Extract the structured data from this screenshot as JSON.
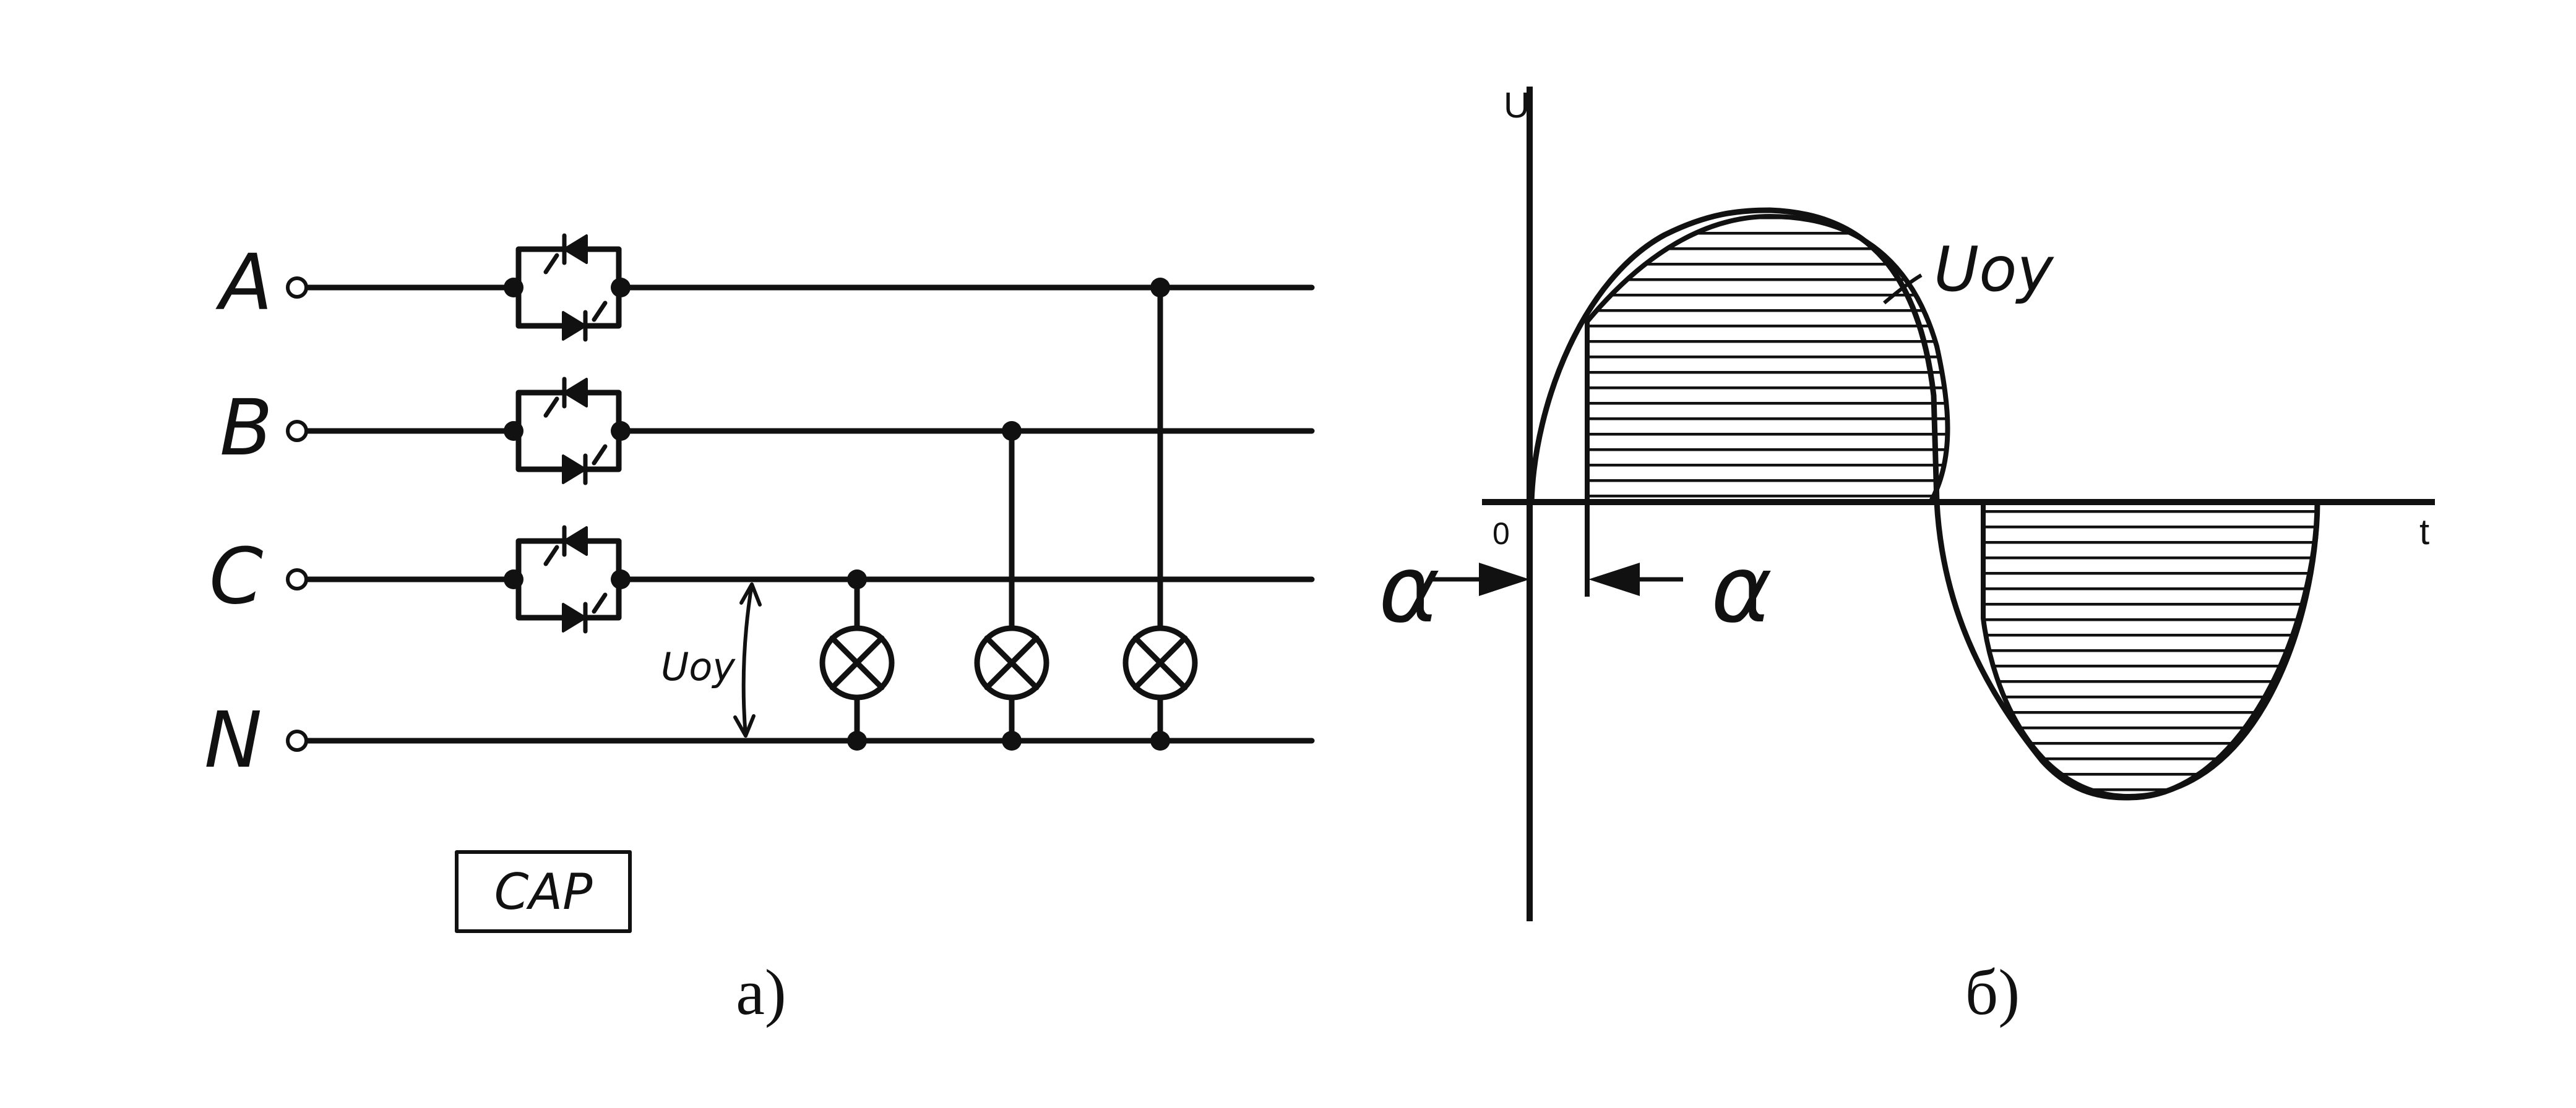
{
  "left_diagram": {
    "phase_labels": {
      "a": "A",
      "b": "B",
      "c": "C",
      "n": "N"
    },
    "controller_label": "САР",
    "voltage_label": "Uоу",
    "caption": "а)"
  },
  "right_diagram": {
    "axis_y_label": "U",
    "axis_x_label": "t",
    "origin_label": "0",
    "curve_label": "Uоу",
    "angle_label": "α",
    "caption": "б)"
  },
  "colors": {
    "ink": "#111111",
    "background": "#ffffff"
  }
}
